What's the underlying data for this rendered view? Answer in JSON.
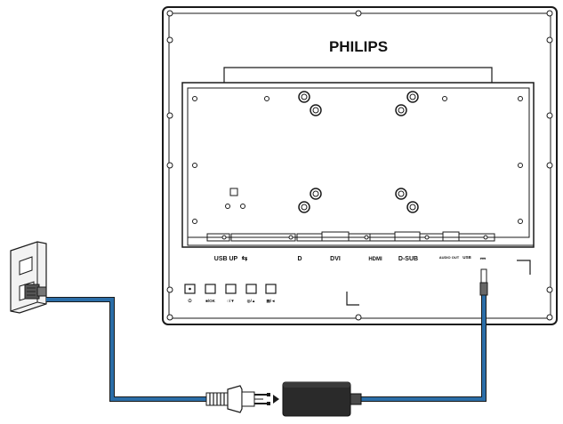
{
  "monitor": {
    "brand": "PHILIPS",
    "ports": [
      {
        "id": "usb-up",
        "label": "USB UP"
      },
      {
        "id": "usb-symbol",
        "label": "⇆"
      },
      {
        "id": "dp",
        "label": "D"
      },
      {
        "id": "dvi",
        "label": "DVI"
      },
      {
        "id": "hdmi",
        "label": "HDMI"
      },
      {
        "id": "dsub",
        "label": "D-SUB"
      },
      {
        "id": "audio-out",
        "label": "AUDIO OUT"
      },
      {
        "id": "usb-dc",
        "label": "USB"
      },
      {
        "id": "dc-in",
        "label": "⎓"
      }
    ],
    "buttons": [
      {
        "id": "power",
        "label": "⏻"
      },
      {
        "id": "menu-ok",
        "label": "■/OK"
      },
      {
        "id": "down",
        "label": "○/▼"
      },
      {
        "id": "up",
        "label": "◎/▲"
      },
      {
        "id": "back",
        "label": "▤/◄"
      }
    ]
  },
  "colors": {
    "cable": "#2b6ea8",
    "cable_outline": "#1a1a1a",
    "adapter": "#2a2a2a",
    "outline": "#1a1a1a"
  }
}
